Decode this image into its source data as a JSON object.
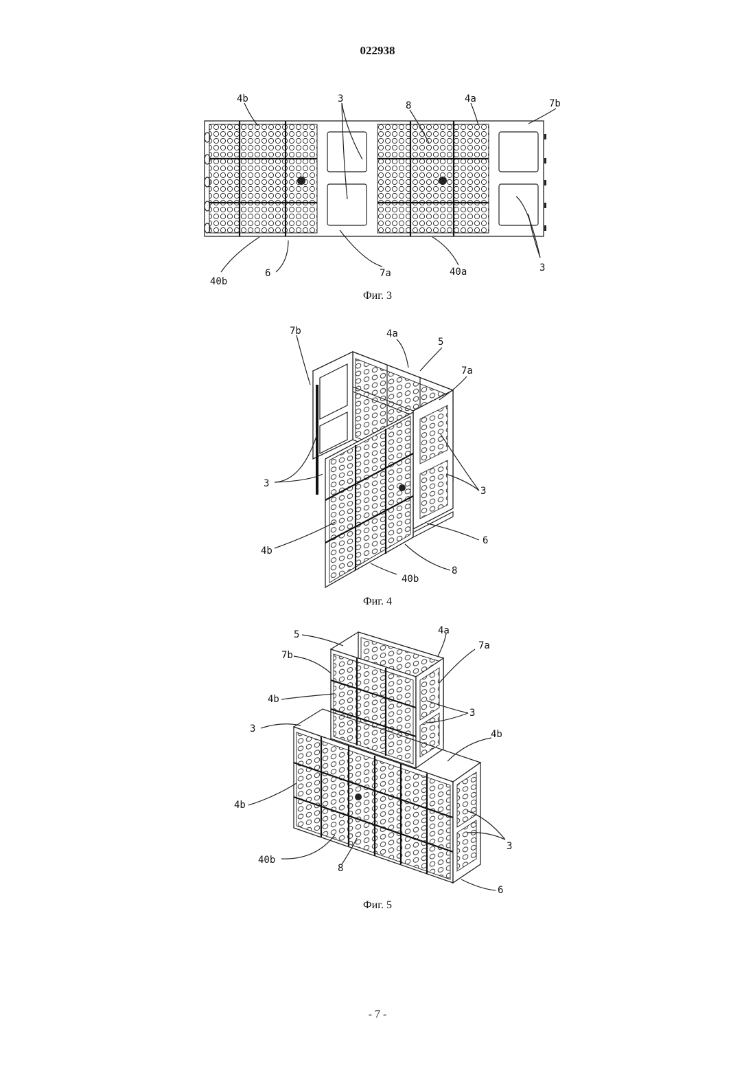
{
  "header": {
    "document_number": "022938"
  },
  "figures": [
    {
      "id": "fig3",
      "caption": "Фиг. 3",
      "labels": {
        "l4b": "4b",
        "l3top": "3",
        "l8": "8",
        "l4a": "4a",
        "l7b": "7b",
        "l40b": "40b",
        "l6": "6",
        "l7a": "7a",
        "l40a": "40a",
        "l3bot": "3"
      }
    },
    {
      "id": "fig4",
      "caption": "Фиг. 4",
      "labels": {
        "l7b": "7b",
        "l4a": "4a",
        "l5": "5",
        "l7a": "7a",
        "l3left": "3",
        "l3right": "3",
        "l4b": "4b",
        "l6": "6",
        "l40b": "40b",
        "l8": "8"
      }
    },
    {
      "id": "fig5",
      "caption": "Фиг. 5",
      "labels": {
        "l5": "5",
        "l4a": "4a",
        "l7a": "7a",
        "l7b": "7b",
        "l4btop": "4b",
        "l3mid": "3",
        "l3left": "3",
        "l4bright": "4b",
        "l4bleft": "4b",
        "l3right": "3",
        "l40b": "40b",
        "l8": "8",
        "l6": "6"
      }
    }
  ],
  "footer": {
    "page_number": "- 7 -"
  }
}
